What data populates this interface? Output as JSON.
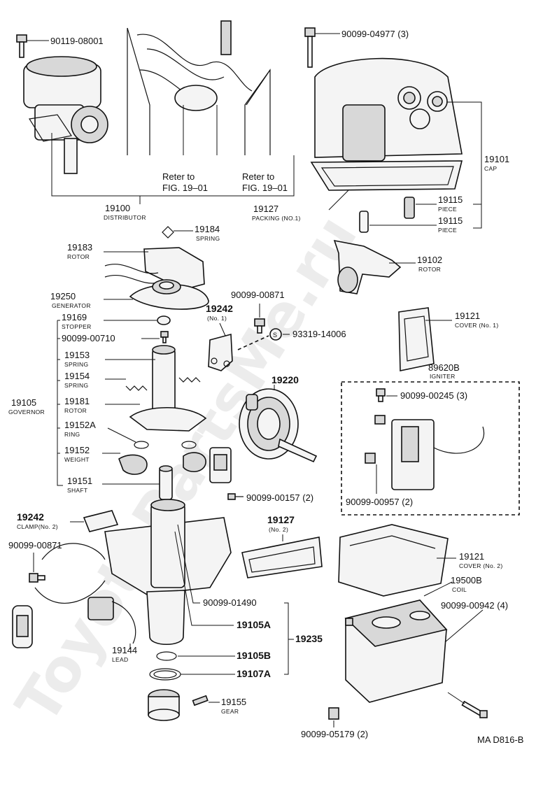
{
  "watermark": "ToyotaPartsMe.ru",
  "diagram_code": "MA D816-B",
  "refer_note": {
    "line1": "Reter to",
    "line2": "FIG. 19–01"
  },
  "labels": {
    "p90119_08001": "90119-08001",
    "p90099_04977": "90099-04977 (3)",
    "p19100": "19100",
    "distributor": "DISTRIBUTOR",
    "p19127_1": "19127",
    "packing_no1": "PACKING (NO.1)",
    "p19101": "19101",
    "cap": "CAP",
    "p19115_a": "19115",
    "piece_a": "PIECE",
    "p19115_b": "19115",
    "piece_b": "PIECE",
    "p19184": "19184",
    "spring_19184": "SPRING",
    "p19183": "19183",
    "rotor_19183": "ROTOR",
    "p19102": "19102",
    "rotor_19102": "ROTOR",
    "p19250": "19250",
    "generator": "GENERATOR",
    "p90099_00871_a": "90099-00871",
    "p19242_a": "19242",
    "no1": "(No. 1)",
    "p93319_14006": "93319-14006",
    "p19121_a": "19121",
    "cover_no1": "COVER (No. 1)",
    "p19169": "19169",
    "stopper": "STOPPER",
    "p90099_00710": "90099-00710",
    "p19153": "19153",
    "spring_19153": "SPRING",
    "p19154": "19154",
    "spring_19154": "SPRING",
    "p19105": "19105",
    "governor": "GOVERNOR",
    "p19181": "19181",
    "rotor_19181": "ROTOR",
    "p19152A": "19152A",
    "ring": "RING",
    "p19152": "19152",
    "weight": "WEIGHT",
    "p19151": "19151",
    "shaft": "SHAFT",
    "p19220": "19220",
    "p89620B": "89620B",
    "igniter": "IGNITER",
    "p90099_00245": "90099-00245 (3)",
    "p90099_00957": "90099-00957 (2)",
    "p90099_00157": "90099-00157 (2)",
    "p19242_b": "19242",
    "clamp_no2": "CLAMP(No. 2)",
    "p90099_00871_b": "90099-00871",
    "p19127_2": "19127",
    "no2": "(No. 2)",
    "p19121_b": "19121",
    "cover_no2": "COVER (No. 2)",
    "p19500B": "19500B",
    "coil": "COIL",
    "p90099_00942": "90099-00942 (4)",
    "p90099_01490": "90099-01490",
    "p19105A": "19105A",
    "p19235": "19235",
    "p19105B": "19105B",
    "p19107A": "19107A",
    "p19144": "19144",
    "lead": "LEAD",
    "p19155": "19155",
    "gear": "GEAR",
    "p90099_05179": "90099-05179 (2)"
  }
}
